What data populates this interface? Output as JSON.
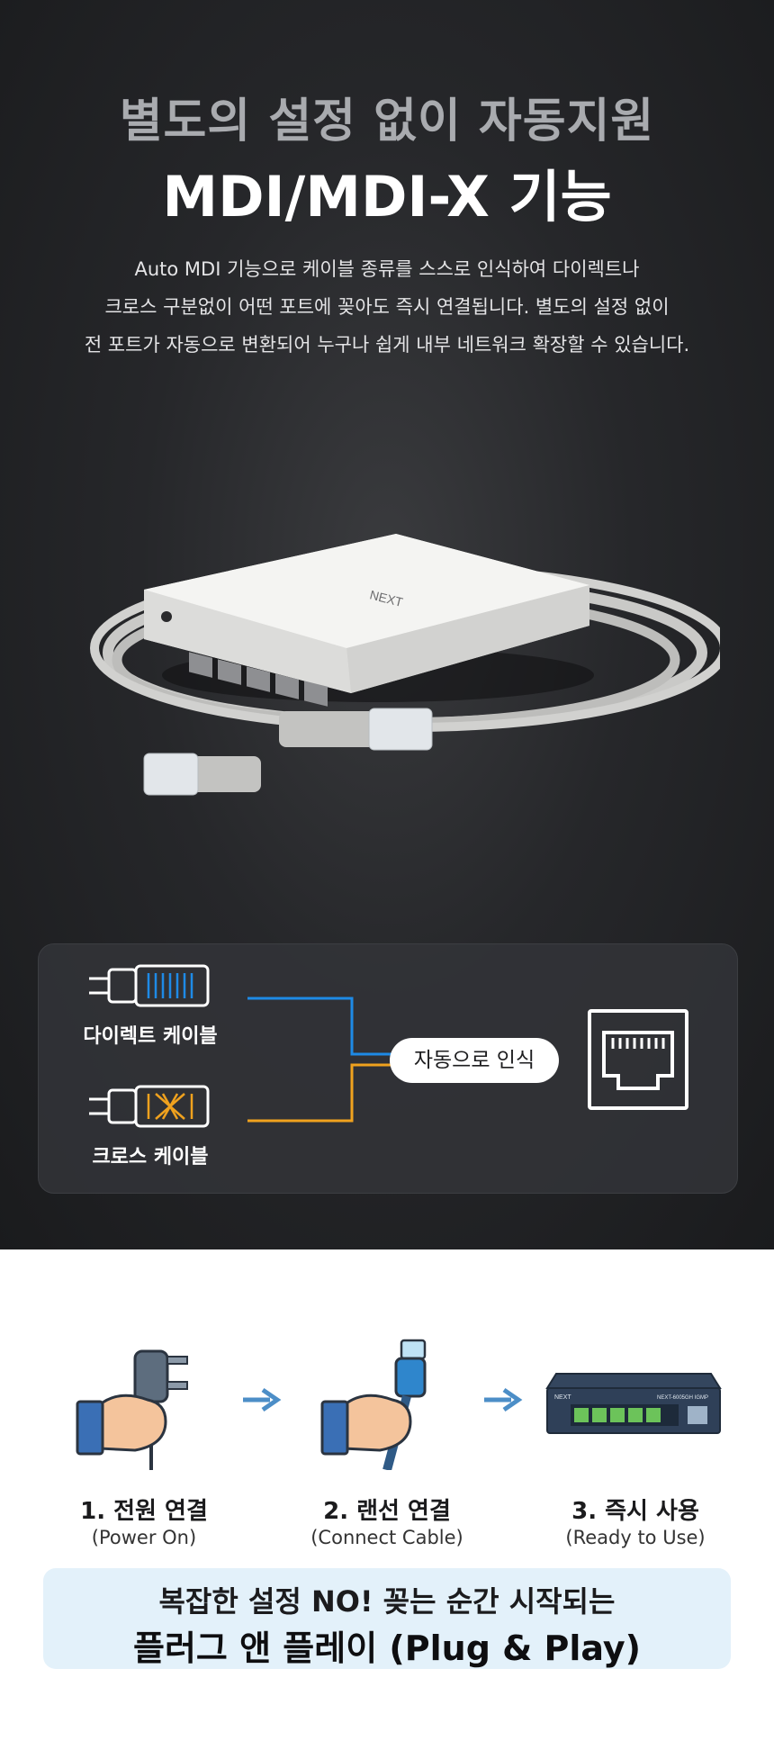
{
  "hero": {
    "title_line1": "별도의 설정 없이 자동지원",
    "title_line2": "MDI/MDI-X 기능",
    "desc_lines": [
      "Auto MDI 기능으로 케이블 종류를 스스로 인식하여 다이렉트나",
      "크로스 구분없이 어떤 포트에 꽂아도 즉시 연결됩니다. 별도의 설정 없이",
      "전 포트가 자동으로 변환되어 누구나 쉽게 내부 네트워크 확장할 수 있습니다."
    ],
    "product_brand": "NEXT"
  },
  "diagram": {
    "direct_label": "다이렉트 케이블",
    "cross_label": "크로스 케이블",
    "auto_label": "자동으로 인식",
    "colors": {
      "direct": "#1e8ae6",
      "cross": "#f0a21e"
    }
  },
  "steps": [
    {
      "title": "1. 전원 연결",
      "subtitle": "(Power On)",
      "icon": "power-plug-hand-icon"
    },
    {
      "title": "2. 랜선 연결",
      "subtitle": "(Connect Cable)",
      "icon": "lan-cable-hand-icon"
    },
    {
      "title": "3. 즉시 사용",
      "subtitle": "(Ready to Use)",
      "icon": "network-switch-icon"
    }
  ],
  "switch_icon": {
    "brand": "NEXT",
    "model": "NEXT-6005GH IGMP"
  },
  "banner": {
    "line1": "복잡한 설정 NO! 꽂는 순간 시작되는",
    "line2": "플러그 앤 플레이 (Plug & Play)"
  }
}
